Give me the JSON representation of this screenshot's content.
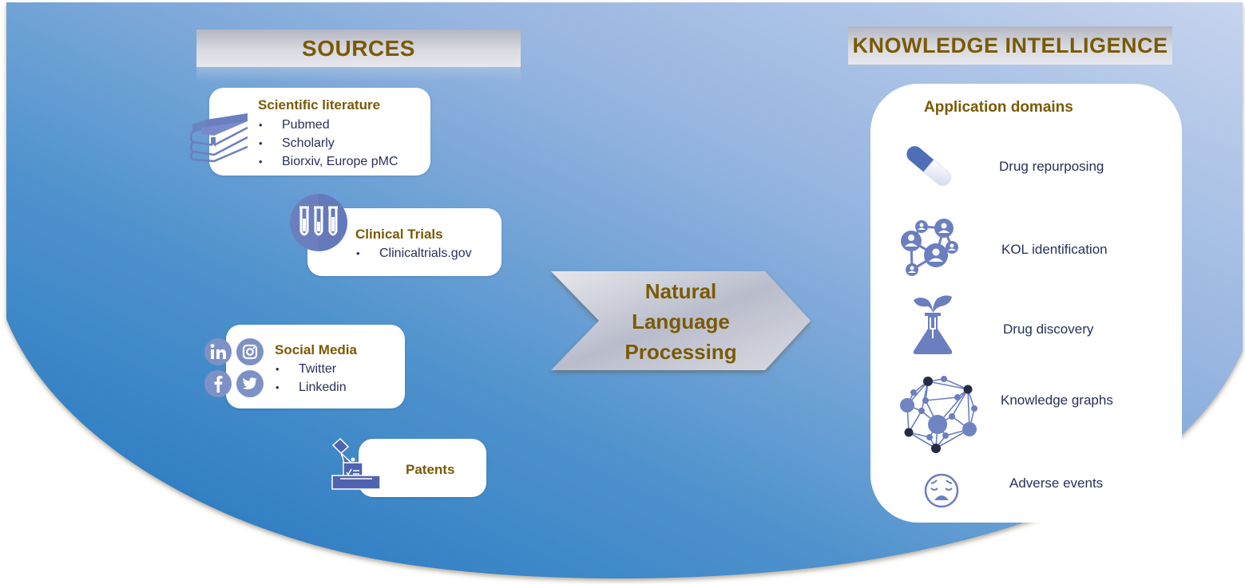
{
  "sources": {
    "header": "SOURCES",
    "cards": [
      {
        "title": "Scientific literature",
        "icon": "books-icon",
        "items": [
          "Pubmed",
          "Scholarly",
          "Biorxiv, Europe pMC"
        ]
      },
      {
        "title": "Clinical Trials",
        "icon": "test-tubes-icon",
        "items": [
          "Clinicaltrials.gov"
        ]
      },
      {
        "title": "Social Media",
        "icon": "social-media-icons",
        "items": [
          "Twitter",
          "Linkedin"
        ]
      },
      {
        "title": "Patents",
        "icon": "ballot-box-icon",
        "items": []
      }
    ]
  },
  "process": {
    "lines": [
      "Natural",
      "Language",
      "Processing"
    ]
  },
  "knowledge": {
    "header": "KNOWLEDGE INTELLIGENCE",
    "panel_title": "Application domains",
    "domains": [
      {
        "label": "Drug repurposing",
        "icon": "capsule-icon"
      },
      {
        "label": "KOL identification",
        "icon": "people-network-icon"
      },
      {
        "label": "Drug discovery",
        "icon": "flask-plant-icon"
      },
      {
        "label": "Knowledge graphs",
        "icon": "graph-network-icon"
      },
      {
        "label": "Adverse events",
        "icon": "sad-face-icon"
      }
    ]
  },
  "colors": {
    "title_gold": "#7a5a05",
    "text_navy": "#27305a",
    "icon_blue": "#6b7fbf",
    "bg_blue_dark": "#2f7cc0",
    "bg_blue_light": "#c3d1ec"
  }
}
